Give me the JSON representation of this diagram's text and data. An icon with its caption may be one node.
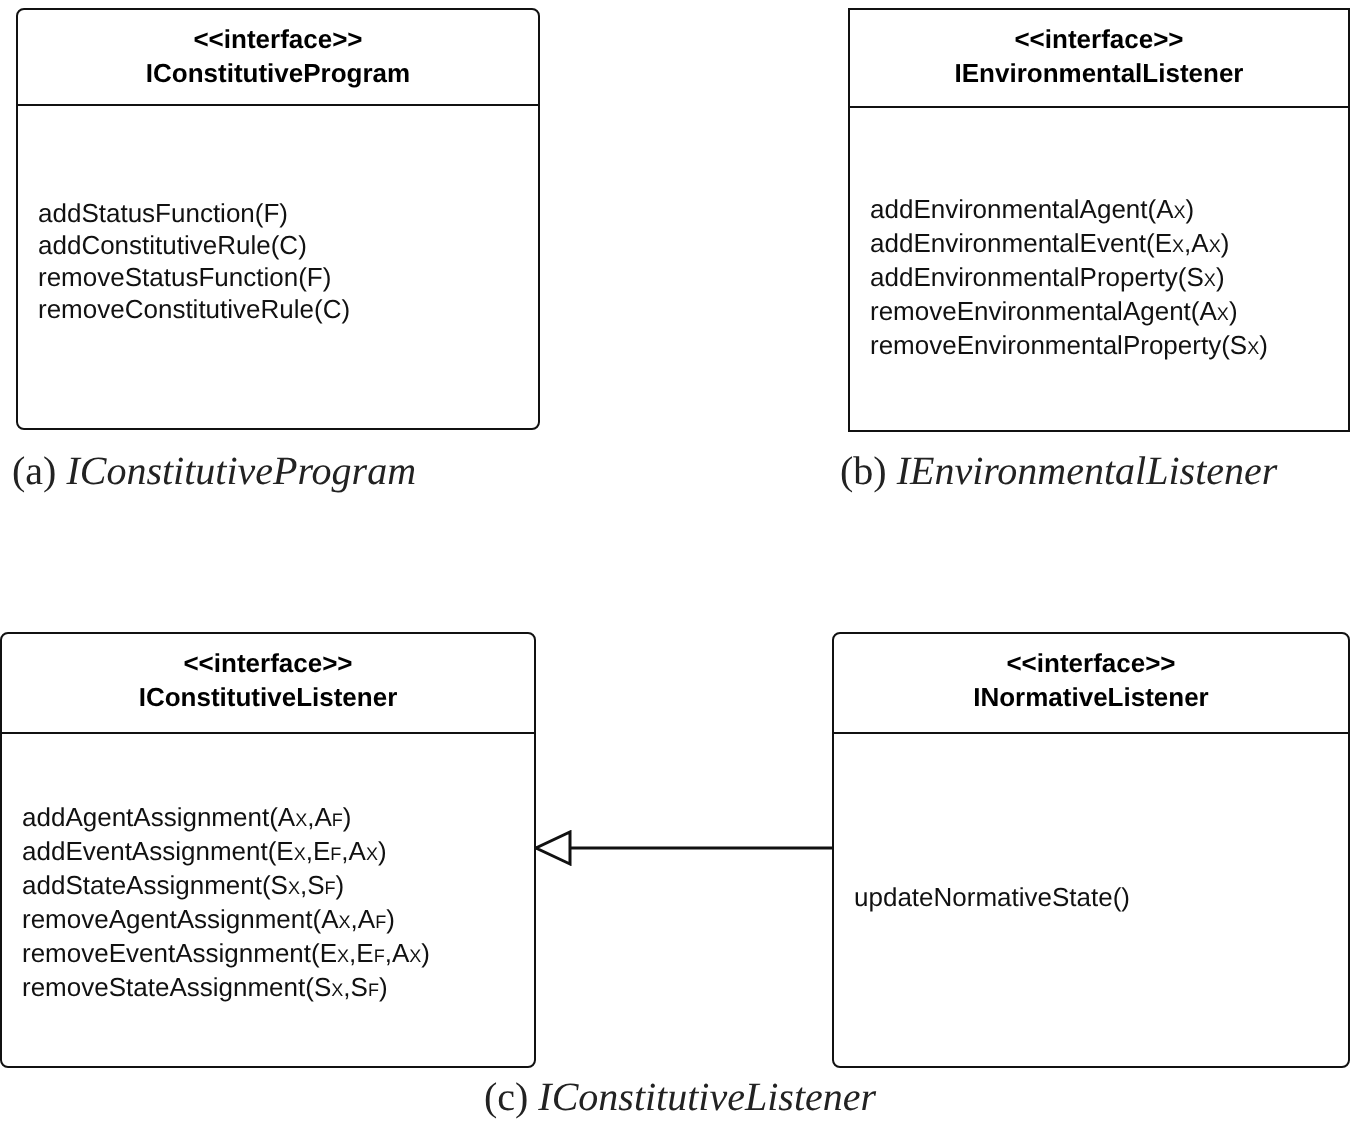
{
  "diagram": {
    "nodes": [
      {
        "text": [
          "<<interface>>",
          "IConstitutiveProgram",
          "addStatusFunction(F)",
          "addConstitutiveRule(C)",
          "removeStatusFunction(F)",
          "removeConstitutiveRule(C)"
        ]
      },
      {
        "text": [
          "<<interface>>",
          "IEnvironmentalListener",
          "addEnvironmentalAgent(A$_{X}$)",
          "addEnvironmentalEvent(E$_{X}$,A$_{X}$)",
          "addEnvironmentalProperty(S$_{X}$)",
          "removeEnvironmentalAgent(A$_{X}$)",
          "removeEnvironmentalProperty(S$_{X}$)"
        ]
      },
      {
        "text": [
          "<<interface>>",
          "IConstitutiveListener",
          "addAgentAssignment(A$_{X}$,A$_{F}$)",
          "addEventAssignment(E$_{X}$,E$_{F}$,A$_{X}$)",
          "addStateAssignment(S$_{X}$,S$_{F}$)",
          "removeAgentAssignment(A$_{X}$,A$_{F}$)",
          "removeEventAssignment(E$_{X}$,E$_{F}$,A$_{X}$)",
          "removeStateAssignment(S$_{X}$,S$_{F}$)"
        ]
      },
      {
        "text": [
          "<<interface>>",
          "INormativeListener",
          "updateNormativeState()"
        ]
      }
    ],
    "edges": [
      {
        "from": 3,
        "to": 2,
        "arrow": "to"
      }
    ],
    "labels": [
      "(a) *IConstitutiveProgram*",
      "(b) *IEnvironmentalListener*",
      "(c) *IConstitutiveListener*"
    ]
  }
}
